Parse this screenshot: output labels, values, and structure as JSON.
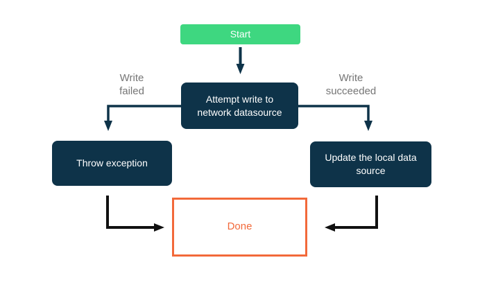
{
  "diagram": {
    "nodes": {
      "start": {
        "label": "Start"
      },
      "attempt": {
        "label": "Attempt write to network datasource"
      },
      "throw_exception": {
        "label": "Throw exception"
      },
      "update_local": {
        "label": "Update the local data source"
      },
      "done": {
        "label": "Done"
      }
    },
    "edge_labels": {
      "failed": "Write failed",
      "succeeded": "Write succeeded"
    },
    "colors": {
      "canvas_bg": "#ffffff",
      "start_bg": "#3ed780",
      "node_bg": "#0e3349",
      "node_text": "#ffffff",
      "done_border": "#f2693a",
      "done_text": "#f2693a",
      "edge_label_text": "#757575",
      "connector_navy": "#0e3349",
      "connector_black": "#111111"
    }
  }
}
